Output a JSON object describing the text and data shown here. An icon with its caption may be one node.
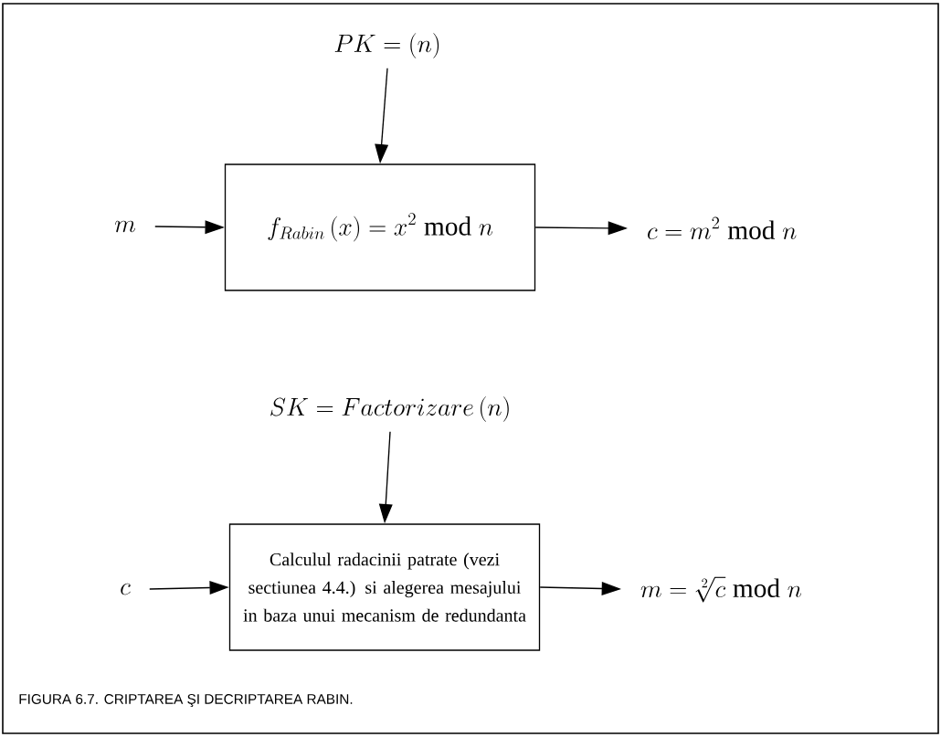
{
  "diagram": {
    "caption": "FIGURA 6.7. CRIPTAREA ŞI DECRIPTAREA RABIN.",
    "nodes": [
      {
        "text": [
          "PK=\\left(n\\right)"
        ]
      },
      {
        "text": [
          "m"
        ]
      },
      {
        "text": [
          "f_{Rabin}\\left(x\\right)=x^{2}\\bmod n"
        ]
      },
      {
        "text": [
          "c=m^{2}\\bmod n"
        ]
      },
      {
        "text": [
          "SK=Factorizare\\left(n\\right)"
        ]
      },
      {
        "text": [
          "c"
        ]
      },
      {
        "text": [
          "Calculul radacinii patrate (vezi sectiunea 4.4.) si alegerea mesajului in baza unui mecanism de redundanta"
        ]
      },
      {
        "text": [
          "m=\\sqrt[2]{c}\\bmod n"
        ]
      }
    ],
    "edges": [
      {
        "from": 0,
        "to": 2,
        "arrow": "to"
      },
      {
        "from": 1,
        "to": 2,
        "arrow": "to"
      },
      {
        "from": 2,
        "to": 3,
        "arrow": "to"
      },
      {
        "from": 4,
        "to": 6,
        "arrow": "to"
      },
      {
        "from": 5,
        "to": 6,
        "arrow": "to"
      },
      {
        "from": 6,
        "to": 7,
        "arrow": "to"
      }
    ]
  }
}
